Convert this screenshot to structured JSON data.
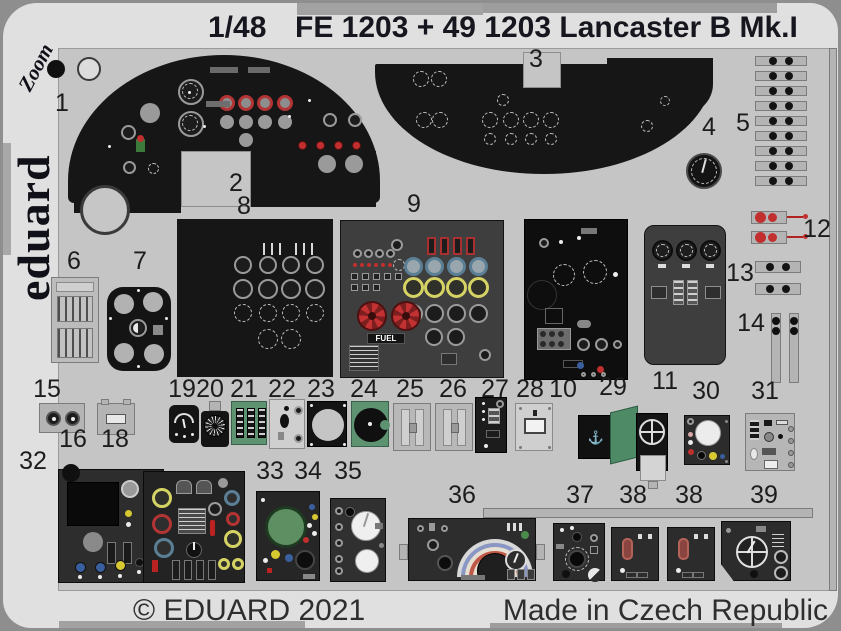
{
  "header": {
    "scale": "1/48",
    "title": "FE 1203 + 49 1203 Lancaster B Mk.I"
  },
  "sidebar": {
    "zoom_logo": "Zoom",
    "brand": "eduard"
  },
  "footer": {
    "copyright": "© EDUARD 2021",
    "made_in": "Made in Czech Republic"
  },
  "colors": {
    "red": "#c12f2f",
    "pcb_green": "#5d9370",
    "yellow": "#d8c832",
    "blue": "#3a5f9e",
    "fret_grey": "#c5c5c5",
    "panel_black": "#161616"
  },
  "part_labels": [
    "1",
    "2",
    "3",
    "4",
    "5",
    "6",
    "7",
    "8",
    "9",
    "10",
    "11",
    "12",
    "13",
    "14",
    "15",
    "16",
    "18",
    "19",
    "20",
    "21",
    "22",
    "23",
    "24",
    "25",
    "26",
    "27",
    "28",
    "29",
    "30",
    "31",
    "32",
    "33",
    "34",
    "35",
    "36",
    "37",
    "38",
    "38",
    "39"
  ],
  "panel_texts": {
    "fuel": "FUEL"
  },
  "icons": {
    "df_loop": "⚓"
  }
}
